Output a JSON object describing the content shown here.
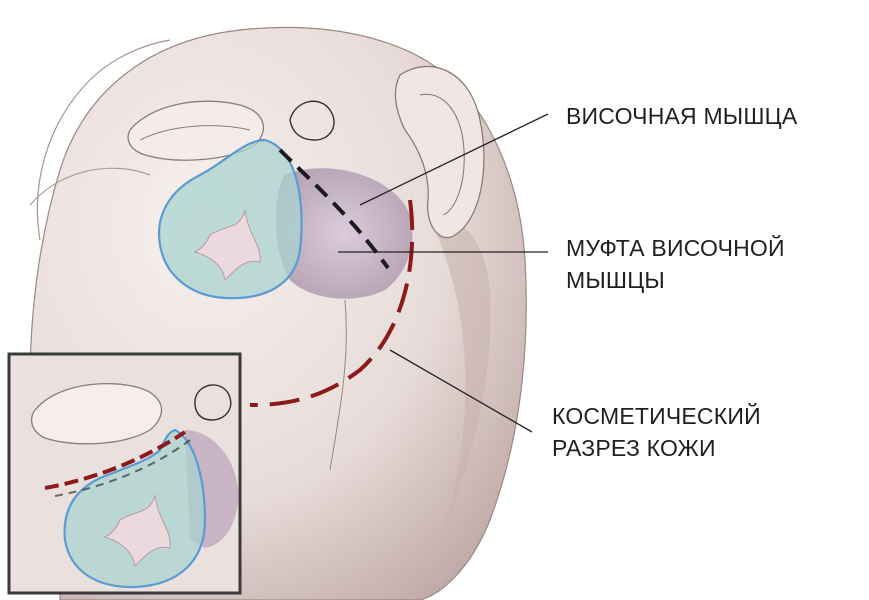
{
  "labels": {
    "temporal_muscle": "ВИСОЧНАЯ МЫШЦА",
    "muscle_cuff_line1": "МУФТА ВИСОЧНОЙ",
    "muscle_cuff_line2": "МЫШЦЫ",
    "cosmetic_incision_line1": "КОСМЕТИЧЕСКИЙ",
    "cosmetic_incision_line2": "РАЗРЕЗ КОЖИ"
  },
  "colors": {
    "skin": "#efe6e4",
    "shadow": "#cdb9b6",
    "flap": "#a9d3cf",
    "flap_outline": "#5b9bd0",
    "muscle": "#cbb6c9",
    "incision": "#8c1a1a",
    "dashed_bone_cut": "#1b1b1b",
    "leader_line": "#222222",
    "inset_frame": "#3a3a3a"
  }
}
